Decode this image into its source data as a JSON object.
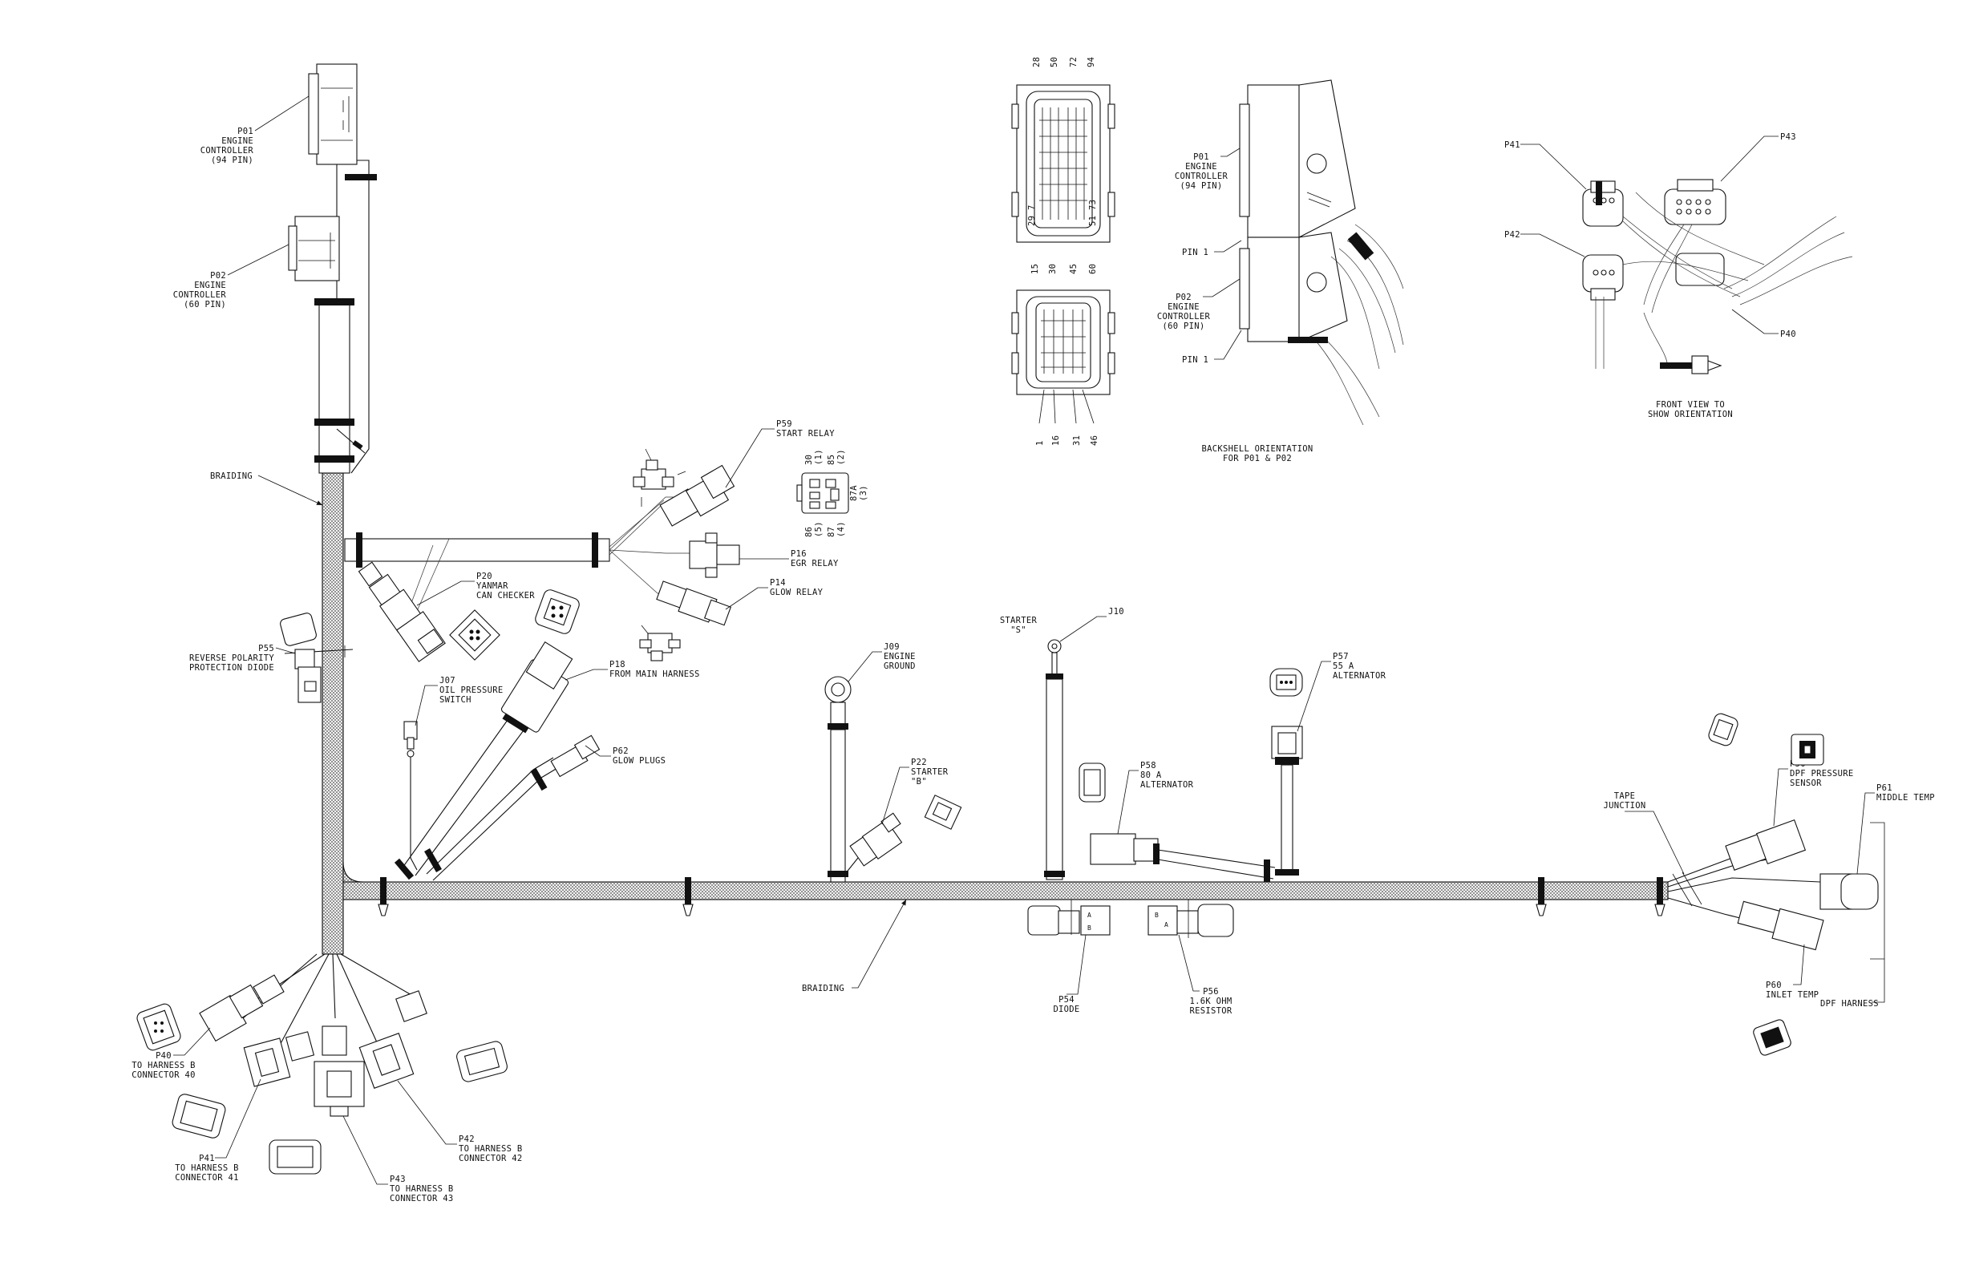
{
  "labels": {
    "p01": [
      "P01",
      "ENGINE",
      "CONTROLLER",
      "(94 PIN)"
    ],
    "p02": [
      "P02",
      "ENGINE",
      "CONTROLLER",
      "(60 PIN)"
    ],
    "braiding_v": "BRAIDING",
    "braiding_h": "BRAIDING",
    "p59": [
      "P59",
      "START RELAY"
    ],
    "p16": [
      "P16",
      "EGR RELAY"
    ],
    "p14": [
      "P14",
      "GLOW RELAY"
    ],
    "p20": [
      "P20",
      "YANMAR",
      "CAN CHECKER"
    ],
    "p55": [
      "P55",
      "REVERSE POLARITY",
      "PROTECTION DIODE"
    ],
    "p18": [
      "P18",
      "FROM MAIN HARNESS"
    ],
    "j07": [
      "J07",
      "OIL PRESSURE",
      "SWITCH"
    ],
    "p62": [
      "P62",
      "GLOW PLUGS"
    ],
    "j09": [
      "J09",
      "ENGINE",
      "GROUND"
    ],
    "p22": [
      "P22",
      "STARTER",
      "\"B\""
    ],
    "starter_s": [
      "STARTER",
      "\"S\""
    ],
    "j10": "J10",
    "p57": [
      "P57",
      "55 A",
      "ALTERNATOR"
    ],
    "p58": [
      "P58",
      "80 A",
      "ALTERNATOR"
    ],
    "p54": [
      "P54",
      "DIODE"
    ],
    "p56": [
      "P56",
      "1.6K OHM",
      "RESISTOR"
    ],
    "tape": [
      "TAPE",
      "JUNCTION"
    ],
    "p50": [
      "P50",
      "DPF PRESSURE",
      "SENSOR"
    ],
    "p61": [
      "P61",
      "MIDDLE TEMP"
    ],
    "p60": [
      "P60",
      "INLET TEMP"
    ],
    "dpf_harness": "DPF HARNESS",
    "p40": [
      "P40",
      "TO HARNESS B",
      "CONNECTOR 40"
    ],
    "p41": [
      "P41",
      "TO HARNESS B",
      "CONNECTOR 41"
    ],
    "p42": [
      "P42",
      "TO HARNESS B",
      "CONNECTOR 42"
    ],
    "p43": [
      "P43",
      "TO HARNESS B",
      "CONNECTOR 43"
    ],
    "relay_pins": {
      "p30": [
        "30",
        "(1)"
      ],
      "p85": [
        "85",
        "(2)"
      ],
      "p87a": [
        "87A",
        "(3)"
      ],
      "p86": [
        "86",
        "(5)"
      ],
      "p87": [
        "87",
        "(4)"
      ]
    },
    "ecu94_top": [
      "28",
      "50",
      "72",
      "94"
    ],
    "ecu94_side_l": [
      "29",
      "7"
    ],
    "ecu94_side_r": [
      "51",
      "73"
    ],
    "ecu60_top": [
      "15",
      "30",
      "45",
      "60"
    ],
    "ecu60_bottom": [
      "1",
      "16",
      "31",
      "46"
    ],
    "backshell_p01": [
      "P01",
      "ENGINE",
      "CONTROLLER",
      "(94 PIN)"
    ],
    "backshell_p02": [
      "P02",
      "ENGINE",
      "CONTROLLER",
      "(60 PIN)"
    ],
    "pin1_a": "PIN 1",
    "pin1_b": "PIN 1",
    "backshell_caption": [
      "BACKSHELL ORIENTATION",
      "FOR P01 & P02"
    ],
    "fv_p41": "P41",
    "fv_p43": "P43",
    "fv_p42": "P42",
    "fv_p40": "P40",
    "front_view_caption": [
      "FRONT VIEW TO",
      "SHOW ORIENTATION"
    ]
  }
}
